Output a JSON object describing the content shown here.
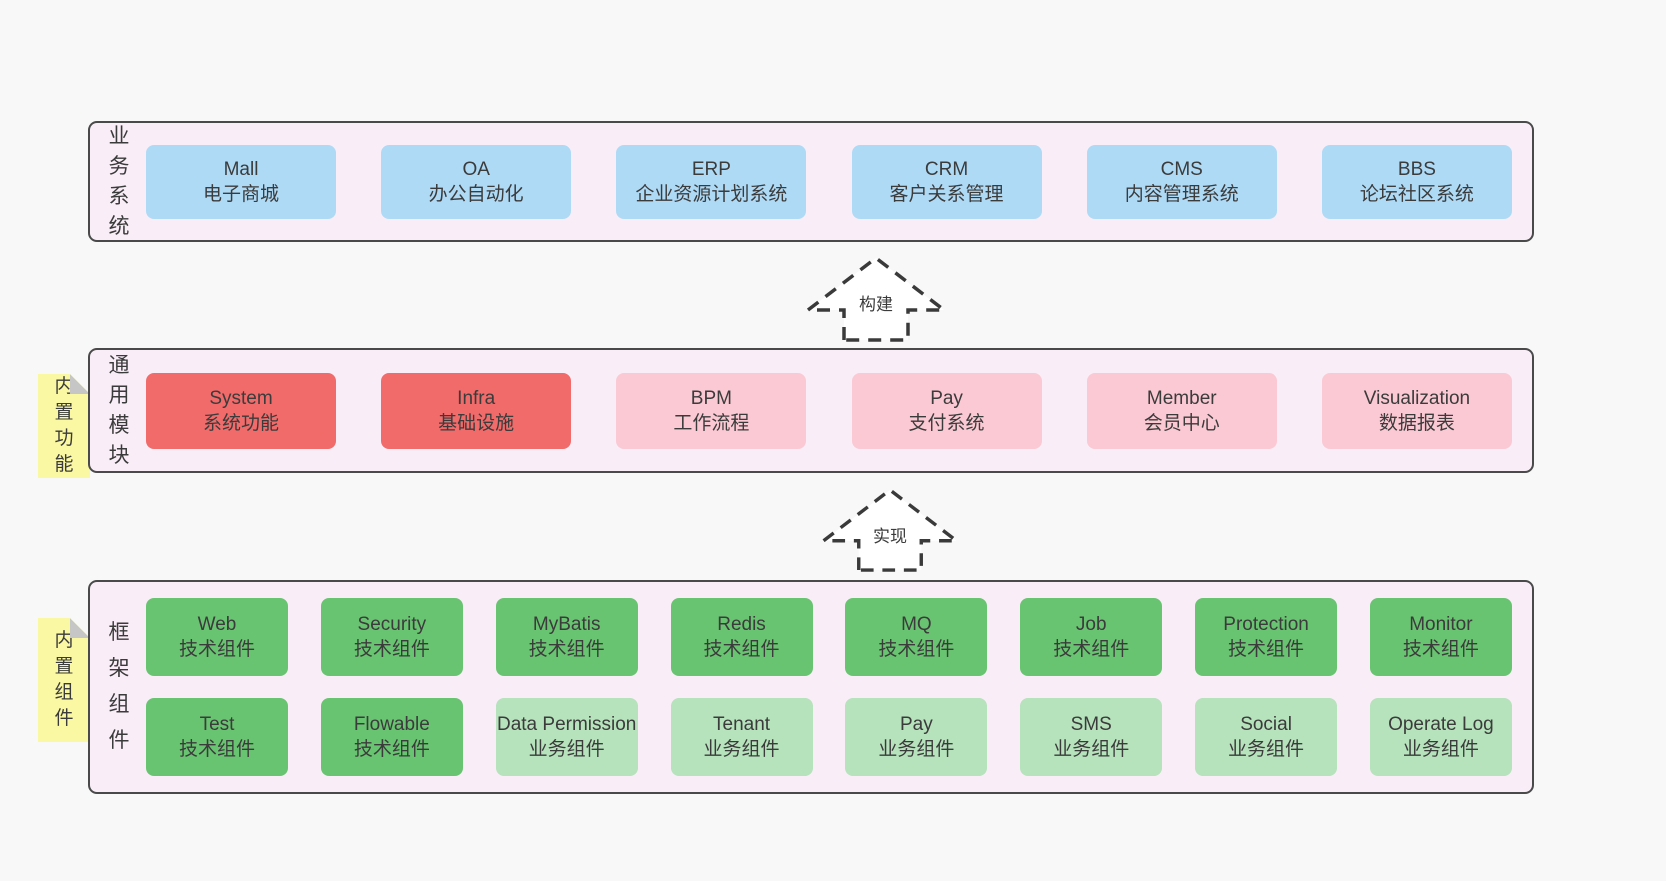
{
  "colors": {
    "page_bg": "#f8f8f8",
    "container_bg": "#f9eef7",
    "container_border": "#4a4a4a",
    "blue": "#aedaf6",
    "red": "#f16b6b",
    "pink": "#fbc9d3",
    "green": "#69c471",
    "green_light": "#b6e2bc",
    "sticky_yellow": "#fbf8a3",
    "fold_gray": "#c6c6c6",
    "text": "#3b3b3b"
  },
  "sections": {
    "business": {
      "label": "业务系统",
      "boxes": [
        {
          "title": "Mall",
          "subtitle": "电子商城",
          "variant": "blue"
        },
        {
          "title": "OA",
          "subtitle": "办公自动化",
          "variant": "blue"
        },
        {
          "title": "ERP",
          "subtitle": "企业资源计划系统",
          "variant": "blue"
        },
        {
          "title": "CRM",
          "subtitle": "客户关系管理",
          "variant": "blue"
        },
        {
          "title": "CMS",
          "subtitle": "内容管理系统",
          "variant": "blue"
        },
        {
          "title": "BBS",
          "subtitle": "论坛社区系统",
          "variant": "blue"
        }
      ]
    },
    "modules": {
      "label": "通用模块",
      "sticky": "内置功能",
      "boxes": [
        {
          "title": "System",
          "subtitle": "系统功能",
          "variant": "red"
        },
        {
          "title": "Infra",
          "subtitle": "基础设施",
          "variant": "red"
        },
        {
          "title": "BPM",
          "subtitle": "工作流程",
          "variant": "pink"
        },
        {
          "title": "Pay",
          "subtitle": "支付系统",
          "variant": "pink"
        },
        {
          "title": "Member",
          "subtitle": "会员中心",
          "variant": "pink"
        },
        {
          "title": "Visualization",
          "subtitle": "数据报表",
          "variant": "pink"
        }
      ]
    },
    "framework": {
      "label": "框架组件",
      "sticky": "内置组件",
      "rows": [
        [
          {
            "title": "Web",
            "subtitle": "技术组件",
            "variant": "green"
          },
          {
            "title": "Security",
            "subtitle": "技术组件",
            "variant": "green"
          },
          {
            "title": "MyBatis",
            "subtitle": "技术组件",
            "variant": "green"
          },
          {
            "title": "Redis",
            "subtitle": "技术组件",
            "variant": "green"
          },
          {
            "title": "MQ",
            "subtitle": "技术组件",
            "variant": "green"
          },
          {
            "title": "Job",
            "subtitle": "技术组件",
            "variant": "green"
          },
          {
            "title": "Protection",
            "subtitle": "技术组件",
            "variant": "green"
          },
          {
            "title": "Monitor",
            "subtitle": "技术组件",
            "variant": "green"
          }
        ],
        [
          {
            "title": "Test",
            "subtitle": "技术组件",
            "variant": "green"
          },
          {
            "title": "Flowable",
            "subtitle": "技术组件",
            "variant": "green"
          },
          {
            "title": "Data Permission",
            "subtitle": "业务组件",
            "variant": "green-light"
          },
          {
            "title": "Tenant",
            "subtitle": "业务组件",
            "variant": "green-light"
          },
          {
            "title": "Pay",
            "subtitle": "业务组件",
            "variant": "green-light"
          },
          {
            "title": "SMS",
            "subtitle": "业务组件",
            "variant": "green-light"
          },
          {
            "title": "Social",
            "subtitle": "业务组件",
            "variant": "green-light"
          },
          {
            "title": "Operate Log",
            "subtitle": "业务组件",
            "variant": "green-light"
          }
        ]
      ]
    }
  },
  "arrows": [
    {
      "label": "构建"
    },
    {
      "label": "实现"
    }
  ]
}
